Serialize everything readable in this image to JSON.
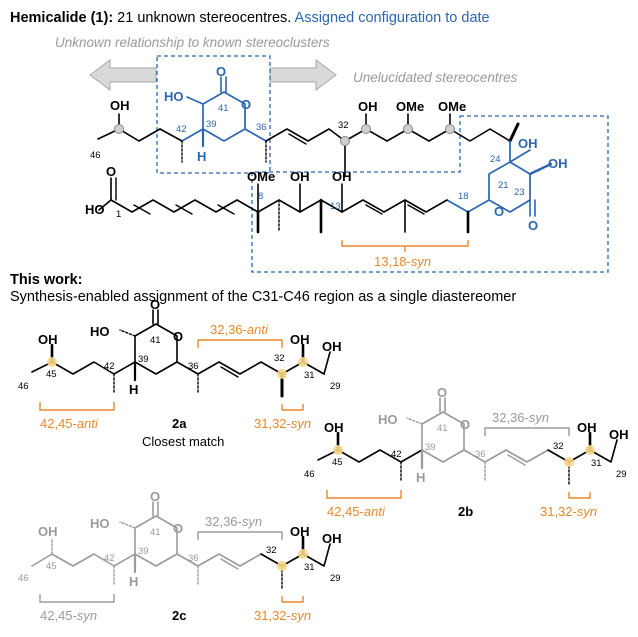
{
  "header": {
    "title_bold": "Hemicalide (1):",
    "title_rest": " 21 unknown stereocentres.",
    "title_blue": " Assigned configuration to date",
    "subtitle_left": "Unknown relationship to known stereoclusters",
    "subtitle_right": "Unelucidated stereocentres"
  },
  "hemicalide": {
    "atoms": {
      "OH": "OH",
      "HO": "HO",
      "O": "O",
      "OMe": "OMe",
      "H": "H"
    },
    "numbers": {
      "n46": "46",
      "n42": "42",
      "n39": "39",
      "n41": "41",
      "n36": "36",
      "n32": "32",
      "n1": "1",
      "n8": "8",
      "n13": "13",
      "n18": "18",
      "n21": "21",
      "n23": "23",
      "n24": "24"
    },
    "syn_label_num": "13,18-",
    "syn_label_word": "syn"
  },
  "this_work": {
    "heading": "This work:",
    "text": "Synthesis-enabled assignment of the C31-C46 region as a single diastereomer"
  },
  "compounds": [
    {
      "label": "2a",
      "caption": "Closest match",
      "rel_32_36_num": "32,36-",
      "rel_32_36_word": "anti",
      "rel_42_45_num": "42,45-",
      "rel_42_45_word": "anti",
      "rel_31_32_num": "31,32-",
      "rel_31_32_word": "syn"
    },
    {
      "label": "2b",
      "rel_32_36_num": "32,36-",
      "rel_32_36_word": "syn",
      "rel_42_45_num": "42,45-",
      "rel_42_45_word": "anti",
      "rel_31_32_num": "31,32-",
      "rel_31_32_word": "syn"
    },
    {
      "label": "2c",
      "rel_32_36_num": "32,36-",
      "rel_32_36_word": "syn",
      "rel_42_45_num": "42,45-",
      "rel_42_45_word": "syn",
      "rel_31_32_num": "31,32-",
      "rel_31_32_word": "syn"
    }
  ],
  "numbers": {
    "n46": "46",
    "n45": "45",
    "n42": "42",
    "n39": "39",
    "n41": "41",
    "n36": "36",
    "n32": "32",
    "n31": "31",
    "n29": "29"
  },
  "colors": {
    "blue": "#2b66b0",
    "orange": "#e8892b",
    "gray": "#9a9a9a",
    "highlight": "#f6d58a",
    "black": "#000000"
  }
}
